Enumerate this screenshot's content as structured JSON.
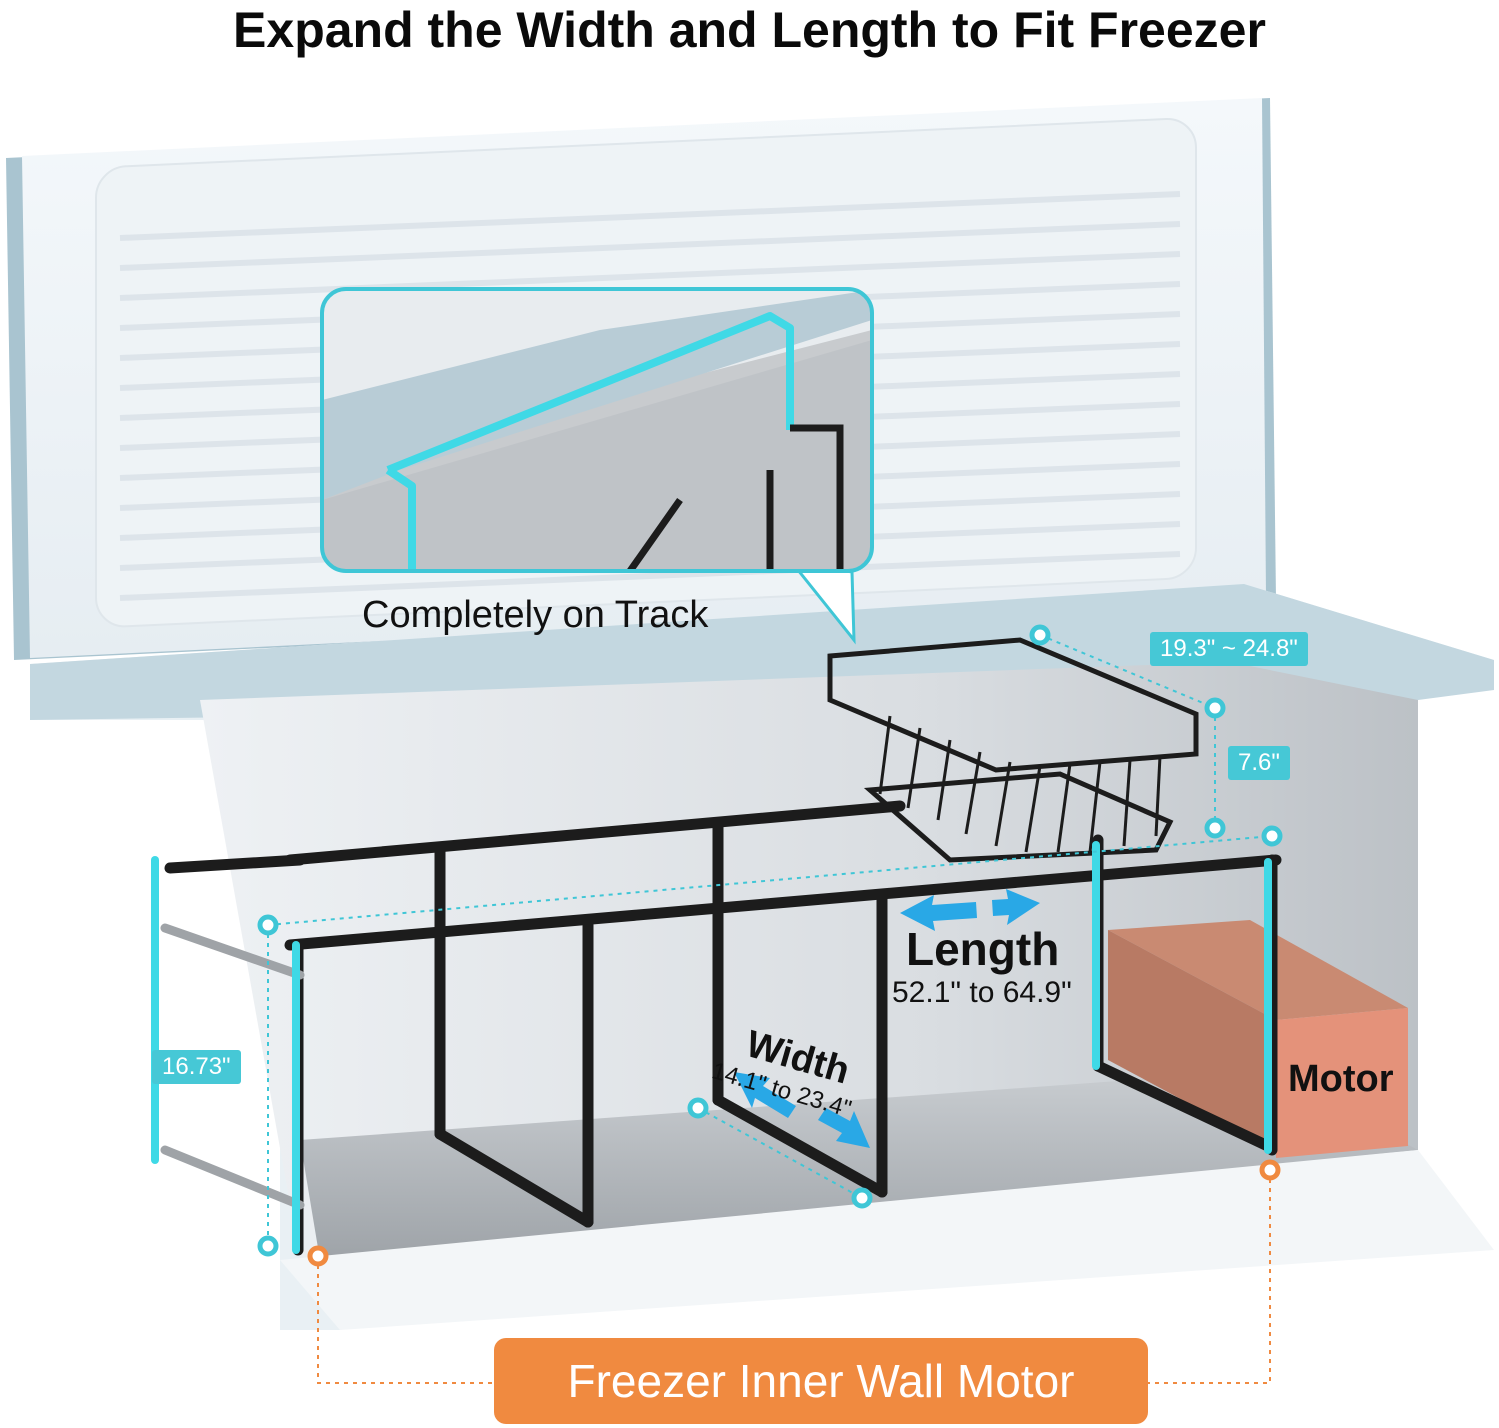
{
  "header": {
    "title": "Expand the Width and Length to Fit Freezer"
  },
  "callout": {
    "caption": "Completely on Track"
  },
  "dimensions": {
    "range_label": "19.3\" ~ 24.8\"",
    "height_label": "7.6\"",
    "side_label": "16.73\"",
    "length_title": "Length",
    "length_value": "52.1\" to 64.9\"",
    "width_title": "Width",
    "width_value": "14.1\" to 23.4\""
  },
  "motor": {
    "label": "Motor"
  },
  "footer": {
    "pill_label": "Freezer Inner Wall Motor"
  },
  "colors": {
    "accent_cyan": "#46c8d6",
    "accent_orange": "#f08a40",
    "motor_fill": "#e4927a",
    "frame_black": "#1c1c1c"
  },
  "icons": [
    "expand-arrow-icon",
    "dimension-dot-icon"
  ]
}
